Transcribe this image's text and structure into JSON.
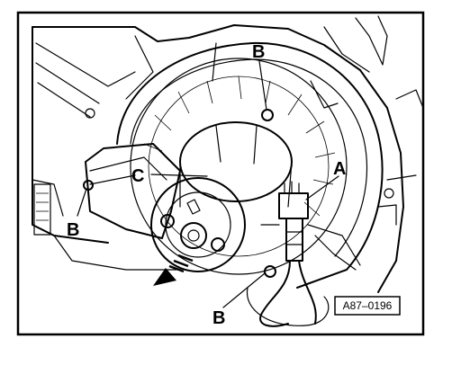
{
  "labels": {
    "b_top": "B",
    "b_left": "B",
    "b_bottom": "B",
    "a": "A",
    "c": "C"
  },
  "reference_code": "A87–0196",
  "colors": {
    "ink": "#000000",
    "paper": "#ffffff"
  }
}
